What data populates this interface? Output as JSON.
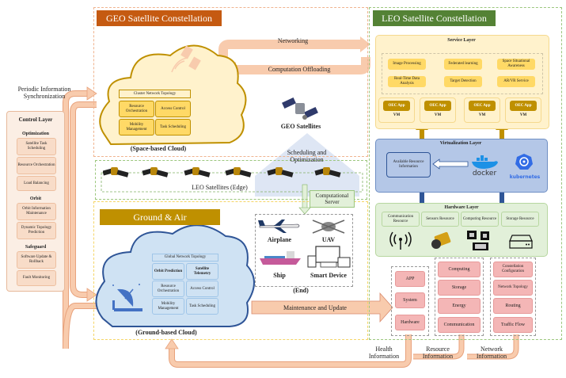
{
  "control_layer": {
    "title": "Control Layer",
    "sections": [
      {
        "heading": "Optimization",
        "items": [
          "Satellite Task Scheduling",
          "Resource Orchestration",
          "Load Balancing"
        ]
      },
      {
        "heading": "Orbit",
        "items": [
          "Orbit Information Maintenance",
          "Dynamic Topology Prediction"
        ]
      },
      {
        "heading": "Safeguard",
        "items": [
          "Software Update & Rollback",
          "Fault Monitoring"
        ]
      }
    ]
  },
  "labels": {
    "periodic_sync": "Periodic Information Synchronization",
    "networking": "Networking",
    "computation_offloading": "Computation Offloading",
    "geo_satellites": "GEO Satellites",
    "scheduling_optimization": "Scheduling and Optimization",
    "leo_satellites_edge": "LEO Satellites (Edge)",
    "computational_server": "Computational Server",
    "maintenance_update": "Maintenance and Update",
    "health_information": "Health Information",
    "resource_information": "Resource Information",
    "network_information": "Network Information"
  },
  "geo": {
    "title": "GEO Satellite Constellation",
    "cloud_caption": "(Space-based Cloud)",
    "topology": "Cluster Network Topology",
    "items": [
      "Resource Orchestration",
      "Access Control",
      "Mobility Management",
      "Task Scheduling"
    ]
  },
  "ground_air": {
    "title": "Ground & Air",
    "cloud_caption": "(Ground-based Cloud)",
    "topology": "Global Network Topology",
    "items": [
      "Orbit Prediction",
      "Satellite Telemetry",
      "Resource Orchestration",
      "Access Control",
      "Mobility Management",
      "Task Scheduling"
    ],
    "end_devices": [
      "Airplane",
      "UAV",
      "Ship",
      "Smart Device"
    ],
    "end_caption": "(End)"
  },
  "leo_constellation": {
    "title": "LEO Satellite Constellation",
    "service_layer": {
      "title": "Service Layer",
      "services": [
        "Image Processing",
        "Federated learning",
        "Space Situational Awareness",
        "Real-Time Data Analysis",
        "Target Detection",
        "AR/VR Service"
      ],
      "app_label": "OEC App",
      "vm_label": "VM",
      "vm_count": 4
    },
    "virtualization_layer": {
      "title": "Virtualization Layer",
      "available_resource": "Available Resource Information",
      "docker": "docker",
      "kubernetes": "kubernetes"
    },
    "hardware_layer": {
      "title": "Hardware Layer",
      "resources": [
        "Communication Resource",
        "Sensors Resource",
        "Computing Resource",
        "Storage Resource"
      ]
    },
    "health_group": [
      "APP",
      "System",
      "Hardware"
    ],
    "resource_group": [
      "Computing",
      "Storage",
      "Energy",
      "Communication"
    ],
    "network_group": [
      "Constellation Configuration",
      "Network Topology",
      "Routing",
      "Traffic Flow"
    ]
  },
  "colors": {
    "geo_brand": "#c55a11",
    "leo_brand": "#548235",
    "ground_brand": "#bf9000",
    "arrow_fill": "#f8cbad",
    "service_fill": "#fff2cc",
    "virtualization_fill": "#b4c7e7",
    "hardware_fill": "#e2f0d9"
  }
}
